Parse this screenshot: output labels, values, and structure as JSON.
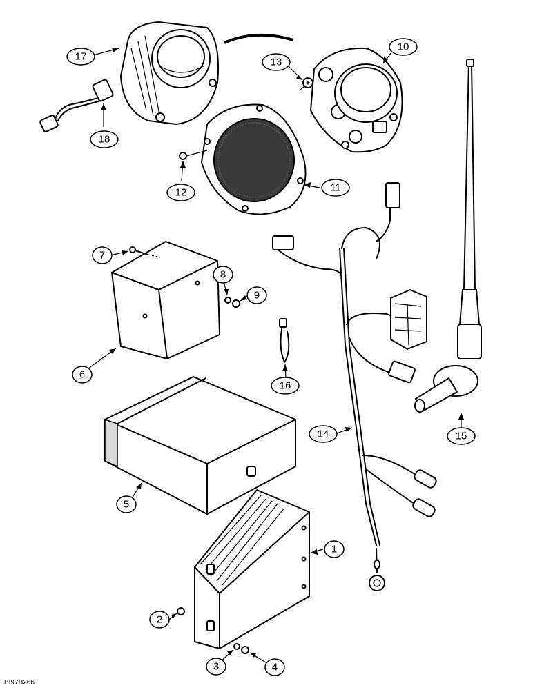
{
  "callouts": [
    {
      "id": "c17",
      "label": "17"
    },
    {
      "id": "c18",
      "label": "18"
    },
    {
      "id": "c13",
      "label": "13"
    },
    {
      "id": "c10",
      "label": "10"
    },
    {
      "id": "c12",
      "label": "12"
    },
    {
      "id": "c11",
      "label": "11"
    },
    {
      "id": "c7",
      "label": "7"
    },
    {
      "id": "c8",
      "label": "8"
    },
    {
      "id": "c9",
      "label": "9"
    },
    {
      "id": "c6",
      "label": "6"
    },
    {
      "id": "c16",
      "label": "16"
    },
    {
      "id": "c14",
      "label": "14"
    },
    {
      "id": "c15",
      "label": "15"
    },
    {
      "id": "c5",
      "label": "5"
    },
    {
      "id": "c1",
      "label": "1"
    },
    {
      "id": "c2",
      "label": "2"
    },
    {
      "id": "c3",
      "label": "3"
    },
    {
      "id": "c4",
      "label": "4"
    }
  ],
  "figure_code": "BI97B266"
}
